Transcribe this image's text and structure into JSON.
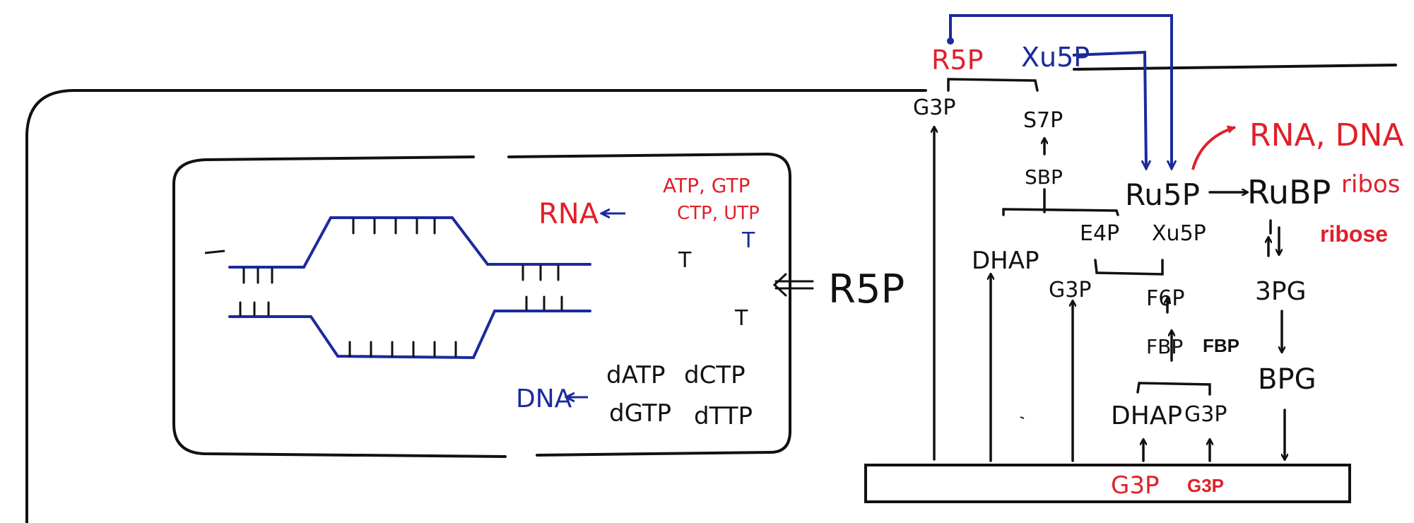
{
  "colors": {
    "black": "#111111",
    "red": "#e0202a",
    "blue": "#1b2a9c",
    "white": "#ffffff"
  },
  "labels": {
    "r5p_top": "R5P",
    "xu5p_top": "Xu5P",
    "g3p_left": "G3P",
    "s7p": "S7P",
    "sbp": "SBP",
    "ru5p": "Ru5P",
    "rubp": "RuBP",
    "rna_dna": "RNA, DNA",
    "ribos": "ribos",
    "ribose": "ribose",
    "dhap_left": "DHAP",
    "e4p": "E4P",
    "xu5p_mid": "Xu5P",
    "g3p_mid": "G3P",
    "f6p": "F6P",
    "fbp_hand": "FBP",
    "fbp_typed": "FBP",
    "dhap_bottom": "DHAP",
    "g3p_bottom": "G3P",
    "threepg": "3PG",
    "bpg": "BPG",
    "g3p_chamber_hand": "G3P",
    "g3p_chamber_typed": "G3P",
    "r5p_entry": "R5P",
    "rna_nucleus": "RNA",
    "atp_gtp": "ATP, GTP",
    "ctp_utp": "CTP, UTP",
    "t_upper_right": "T",
    "t_upper_left": "T",
    "t_lower": "T",
    "dna_nucleus": "DNA",
    "datp": "dATP",
    "dctp": "dCTP",
    "dgtp": "dGTP",
    "dttp": "dTTP"
  }
}
